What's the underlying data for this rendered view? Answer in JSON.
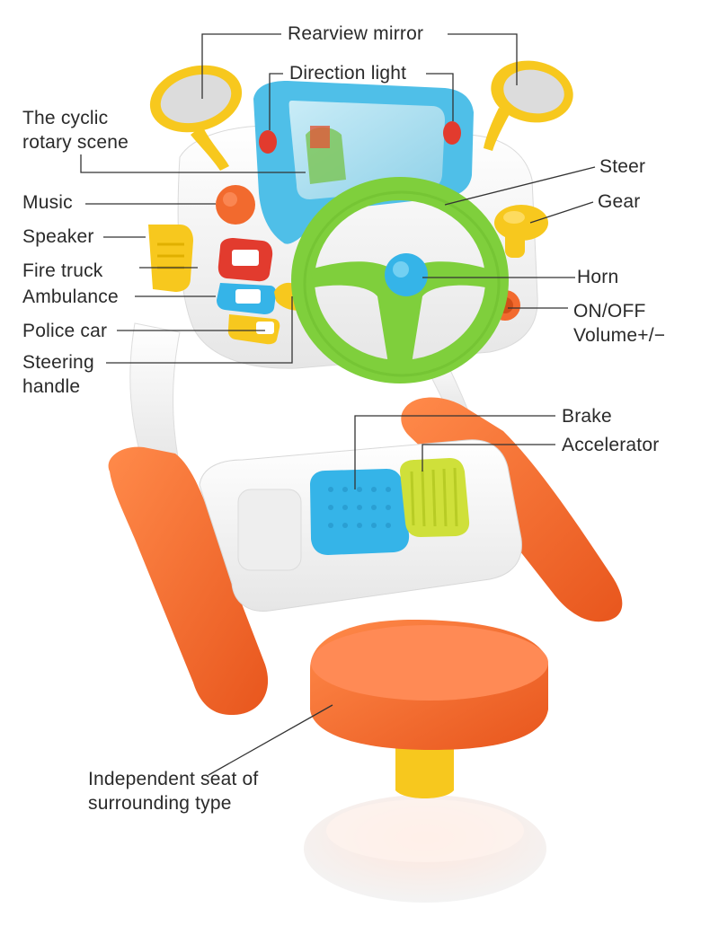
{
  "labels": {
    "rearview_mirror": "Rearview mirror",
    "direction_light": "Direction light",
    "cyclic_rotary_scene": "The cyclic\nrotary scene",
    "steer": "Steer",
    "music": "Music",
    "gear": "Gear",
    "speaker": "Speaker",
    "fire_truck": "Fire truck",
    "ambulance": "Ambulance",
    "horn": "Horn",
    "police_car": "Police car",
    "on_off": "ON/OFF",
    "volume": "Volume+/−",
    "steering_handle": "Steering\nhandle",
    "brake": "Brake",
    "accelerator": "Accelerator",
    "independent_seat": "Independent seat of\nsurrounding type"
  },
  "colors": {
    "orange": "#f26a2e",
    "yellow": "#f7c81e",
    "green": "#7fcf3c",
    "blue": "#35b4e8",
    "lime": "#cfe03a",
    "white_body": "#f4f4f4",
    "red_button": "#e23b2e"
  }
}
